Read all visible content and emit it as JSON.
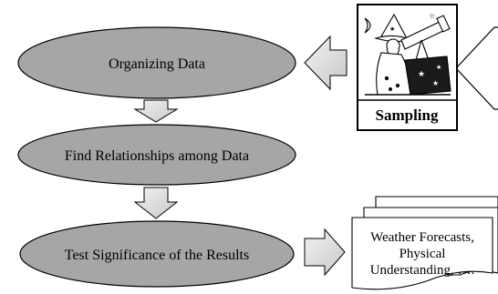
{
  "steps": [
    {
      "label": "Organizing Data"
    },
    {
      "label": "Find Relationships among Data"
    },
    {
      "label": "Test Significance of the Results"
    }
  ],
  "sampling": {
    "label": "Sampling",
    "icon": "wizard-telescope-icon"
  },
  "output": {
    "lines": [
      "Weather Forecasts,",
      "Physical",
      "Understanding, …."
    ]
  },
  "colors": {
    "ellipse_fill": "#a6a6a6",
    "arrow_fill": "#d9d9d9",
    "stroke": "#000000"
  }
}
